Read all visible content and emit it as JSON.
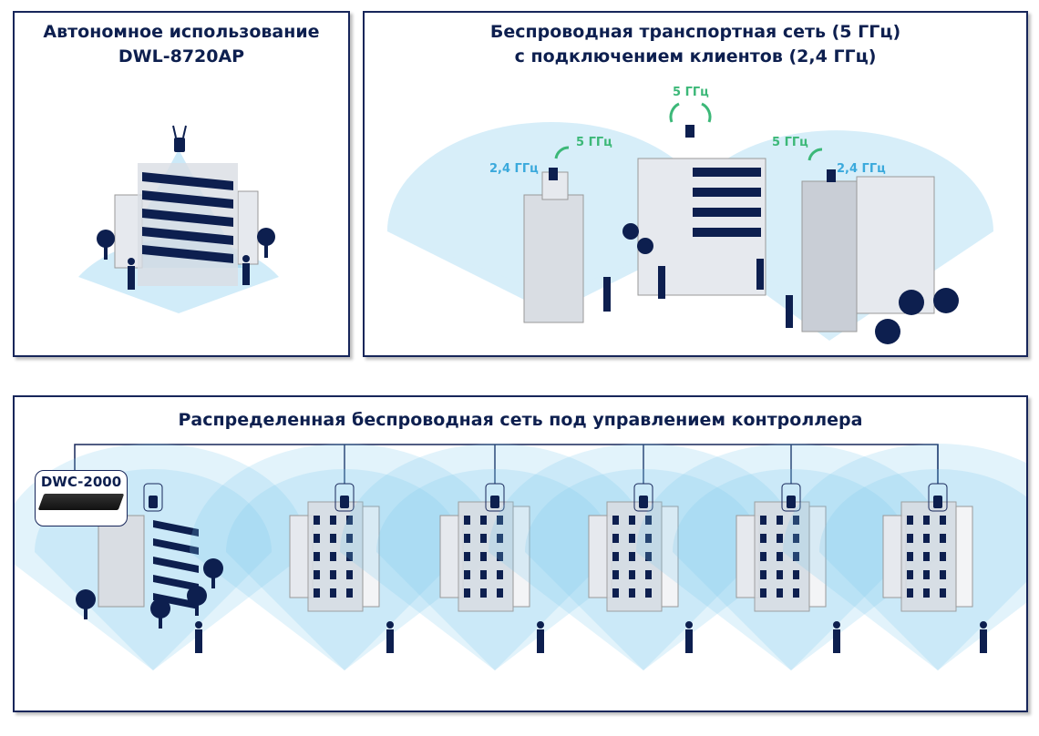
{
  "panels": {
    "standalone": {
      "title_line1": "Автономное использование",
      "title_line2": "DWL-8720AP"
    },
    "backhaul": {
      "title_line1": "Беспроводная транспортная сеть (5 ГГц)",
      "title_line2": "с подключением клиентов (2,4 ГГц)",
      "labels": {
        "band5_left": "5 ГГц",
        "band5_center": "5 ГГц",
        "band5_right": "5 ГГц",
        "band24_left": "2,4 ГГц",
        "band24_right": "2,4 ГГц"
      }
    },
    "controller": {
      "title": "Распределенная беспроводная сеть под управлением контроллера",
      "controller_label": "DWC-2000"
    }
  },
  "colors": {
    "frame": "#17265a",
    "title": "#0d1f4f",
    "band5": "#3cb878",
    "band24": "#3aa9dc",
    "coverage": "#7cc8ee",
    "building": "#0d1f4f"
  }
}
